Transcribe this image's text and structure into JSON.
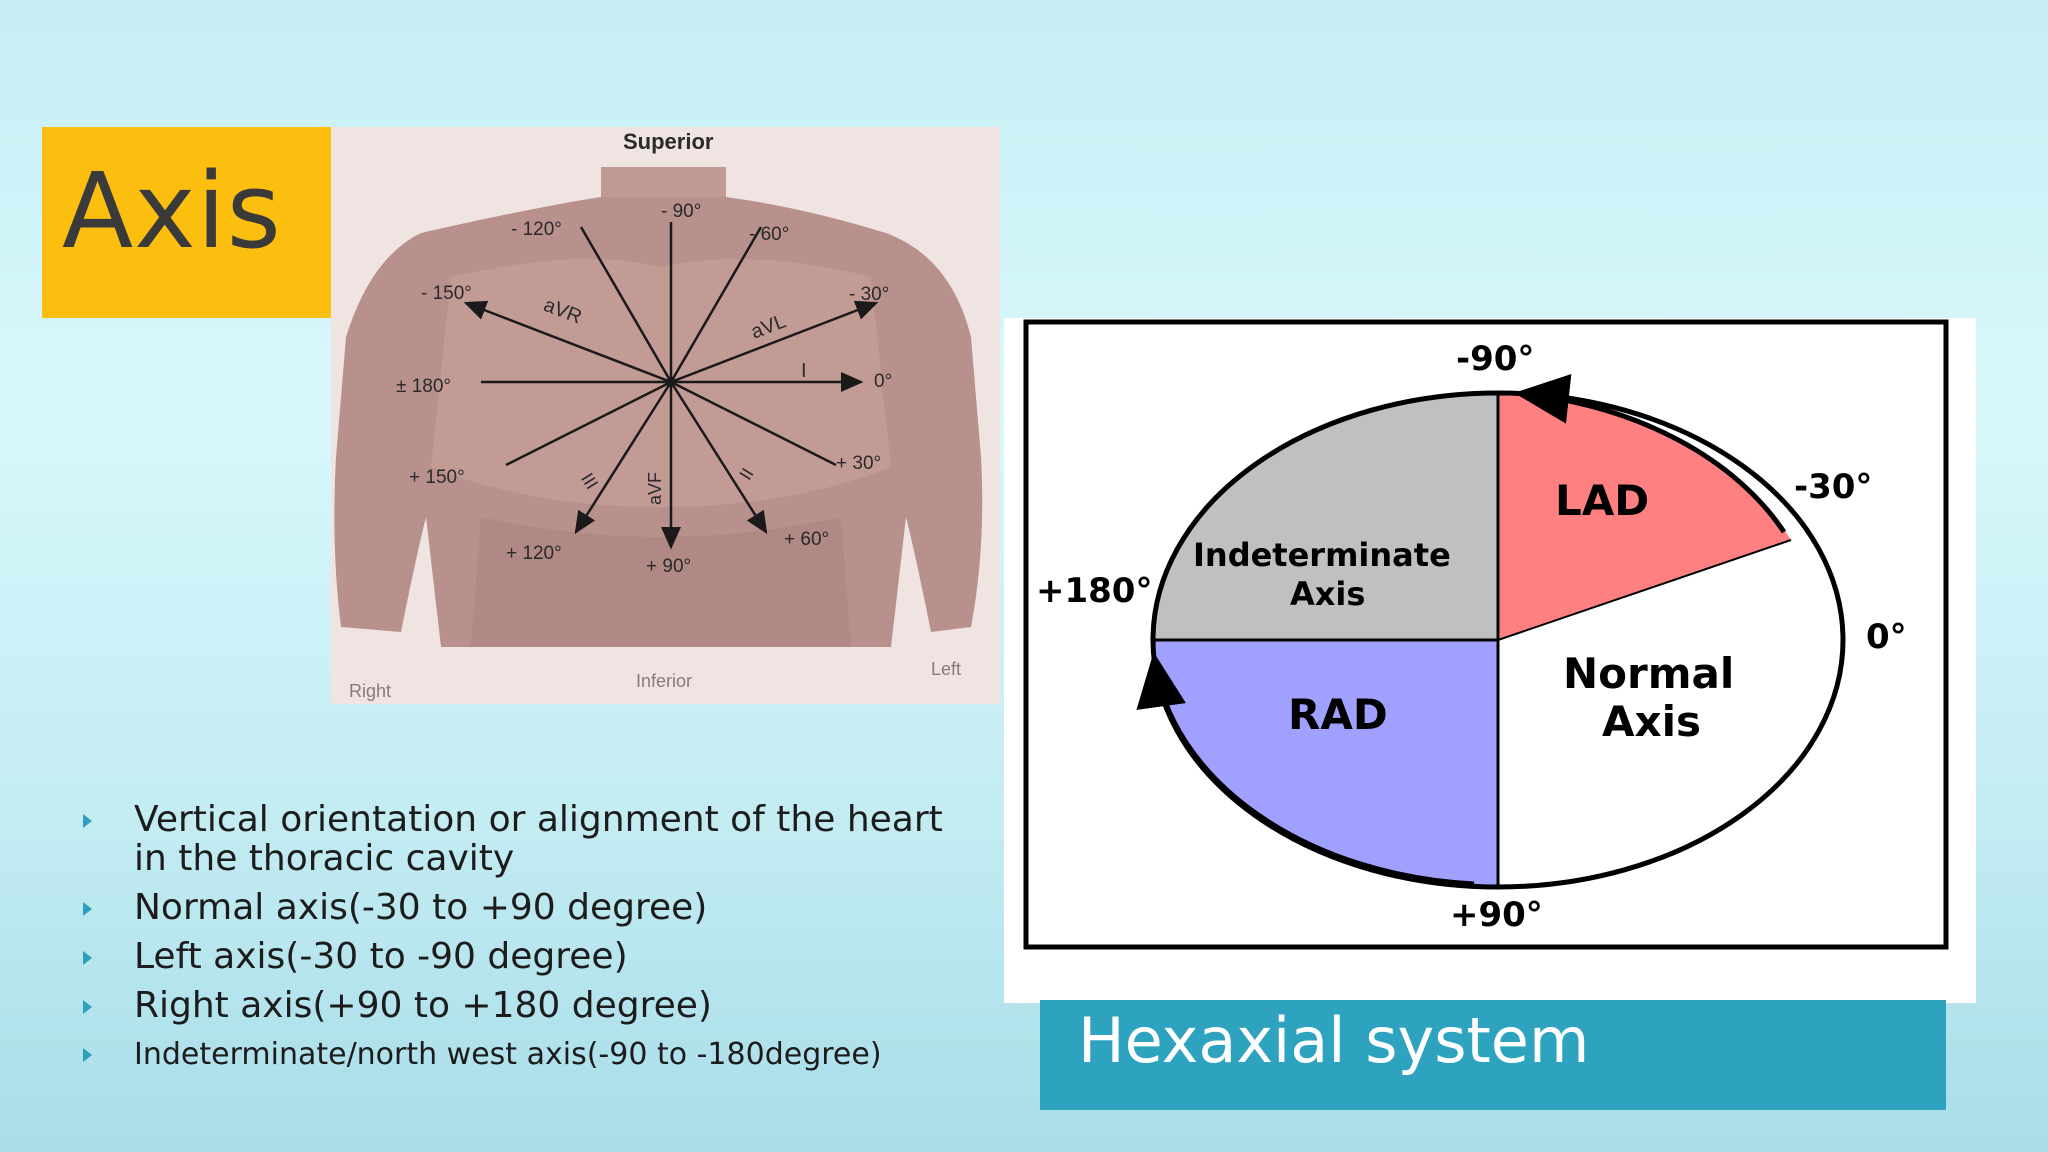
{
  "slide": {
    "title": "Axis",
    "banner": "Hexaxial system"
  },
  "chest_diagram": {
    "superior": "Superior",
    "inferior": "Inferior",
    "right": "Right",
    "left": "Left",
    "angles": {
      "minus90": "- 90°",
      "minus60": "- 60°",
      "minus120": "- 120°",
      "minus150": "- 150°",
      "minus30": "- 30°",
      "pm180": "± 180°",
      "zero": "0°",
      "plus150": "+ 150°",
      "plus30": "+ 30°",
      "plus120": "+ 120°",
      "plus90": "+ 90°",
      "plus60": "+ 60°"
    },
    "leads": {
      "avr": "aVR",
      "avl": "aVL",
      "i": "I",
      "iii": "III",
      "avf": "aVF",
      "ii": "II"
    }
  },
  "hexaxial": {
    "top": "-90°",
    "right_upper": "-30°",
    "right": "0°",
    "left": "+180°",
    "bottom": "+90°",
    "regions": {
      "lad": "LAD",
      "indeterminate_1": "Indeterminate",
      "indeterminate_2": "Axis",
      "normal_1": "Normal",
      "normal_2": "Axis",
      "rad": "RAD"
    },
    "colors": {
      "lad": "#ff8080",
      "indeterminate": "#c0c0c0",
      "rad": "#a0a0ff",
      "normal": "#ffffff"
    }
  },
  "bullets": [
    {
      "line1": "Vertical orientation or alignment of the heart",
      "line2": "in the thoracic cavity"
    },
    {
      "text": "Normal axis(-30 to +90 degree)"
    },
    {
      "text": "Left axis(-30 to -90 degree)"
    },
    {
      "text": "Right axis(+90 to +180 degree)"
    },
    {
      "text": "Indeterminate/north west axis(-90 to -180degree)"
    }
  ]
}
